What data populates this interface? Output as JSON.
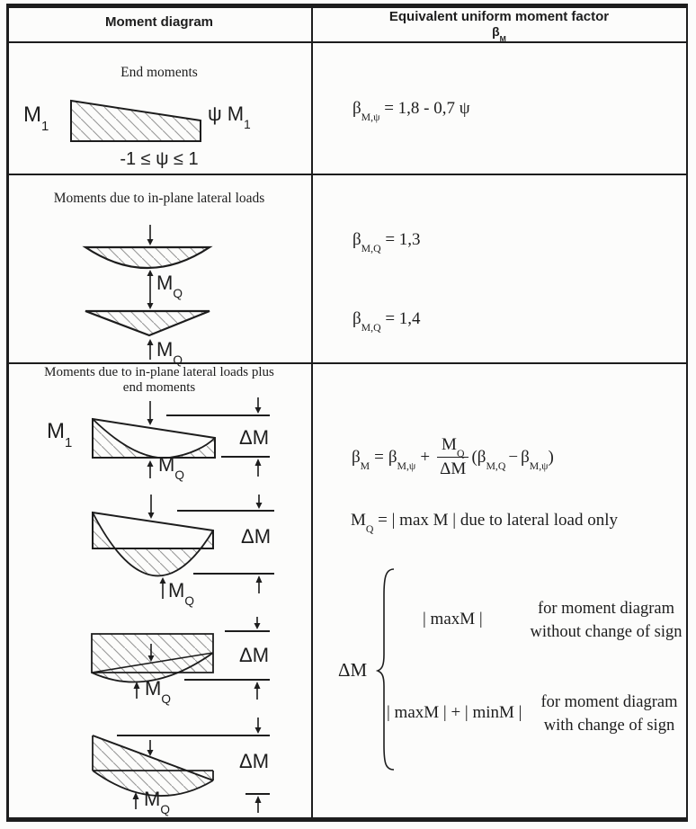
{
  "header": {
    "col1": "Moment diagram",
    "col2_title": "Equivalent uniform moment factor",
    "col2_symbol_base": "β",
    "col2_symbol_sub": "M"
  },
  "labels": {
    "m1_base": "M",
    "m1_sub": "1",
    "psi_m1_base": "ψ M",
    "psi_m1_sub": "1",
    "mq_base": "M",
    "mq_sub": "Q",
    "dm": "ΔM"
  },
  "row1": {
    "title": "End moments",
    "psi_range": "-1 ≤ ψ ≤ 1",
    "formula_beta": "β",
    "formula_beta_sub": "M,ψ",
    "formula_rest": "= 1,8 - 0,7 ψ"
  },
  "row2": {
    "title": "Moments due to in-plane lateral loads",
    "f1_beta": "β",
    "f1_sub": "M,Q",
    "f1_rest": "= 1,3",
    "f2_beta": "β",
    "f2_sub": "M,Q",
    "f2_rest": "= 1,4"
  },
  "row3": {
    "title_line1": "Moments due to in-plane lateral loads plus",
    "title_line2": "end moments",
    "formula": {
      "lhs_base": "β",
      "lhs_sub": "M",
      "eq": "=",
      "t1_base": "β",
      "t1_sub": "M,ψ",
      "plus": "+",
      "num_base": "M",
      "num_sub": "Q",
      "den": "ΔM",
      "open": "(",
      "t2_base": "β",
      "t2_sub": "M,Q",
      "minus": "−",
      "t3_base": "β",
      "t3_sub": "M,ψ",
      "close": ")"
    },
    "mq_def_base": "M",
    "mq_def_sub": "Q",
    "mq_def_rest": "= | max M | due to lateral load only",
    "dm_cases": {
      "label": "ΔM",
      "case1_value": "| maxM |",
      "case1_line1": "for moment diagram",
      "case1_line2": "without change of sign",
      "case2_value": "| maxM | + | minM |",
      "case2_line1": "for moment diagram",
      "case2_line2": "with change of sign"
    }
  },
  "colors": {
    "ink": "#1d1d1d",
    "hatch": "#979797",
    "paper": "#fcfcfb"
  }
}
